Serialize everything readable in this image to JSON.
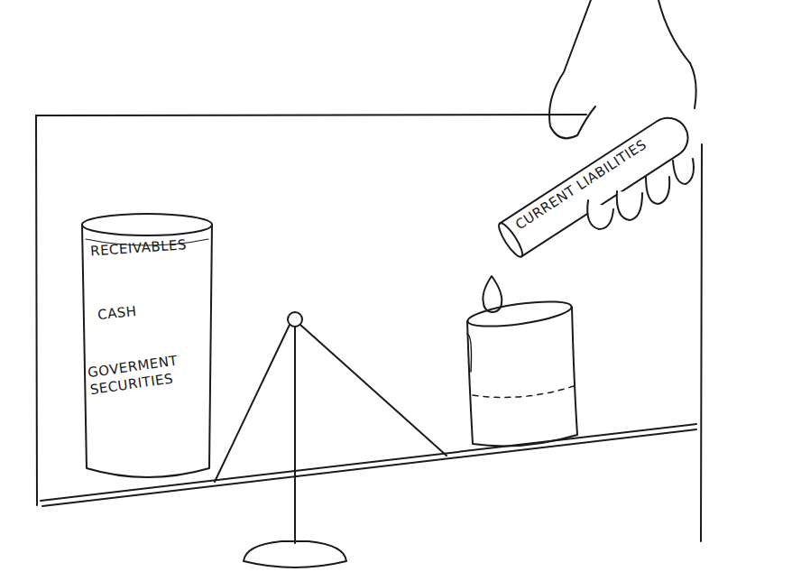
{
  "diagram": {
    "nodes": [
      {
        "text": [
          "RECEIVABLES",
          "CASH",
          "GOVERMENT SECURITIES"
        ]
      },
      {
        "text": [
          "CURRENT LIABILITIES"
        ]
      }
    ]
  }
}
